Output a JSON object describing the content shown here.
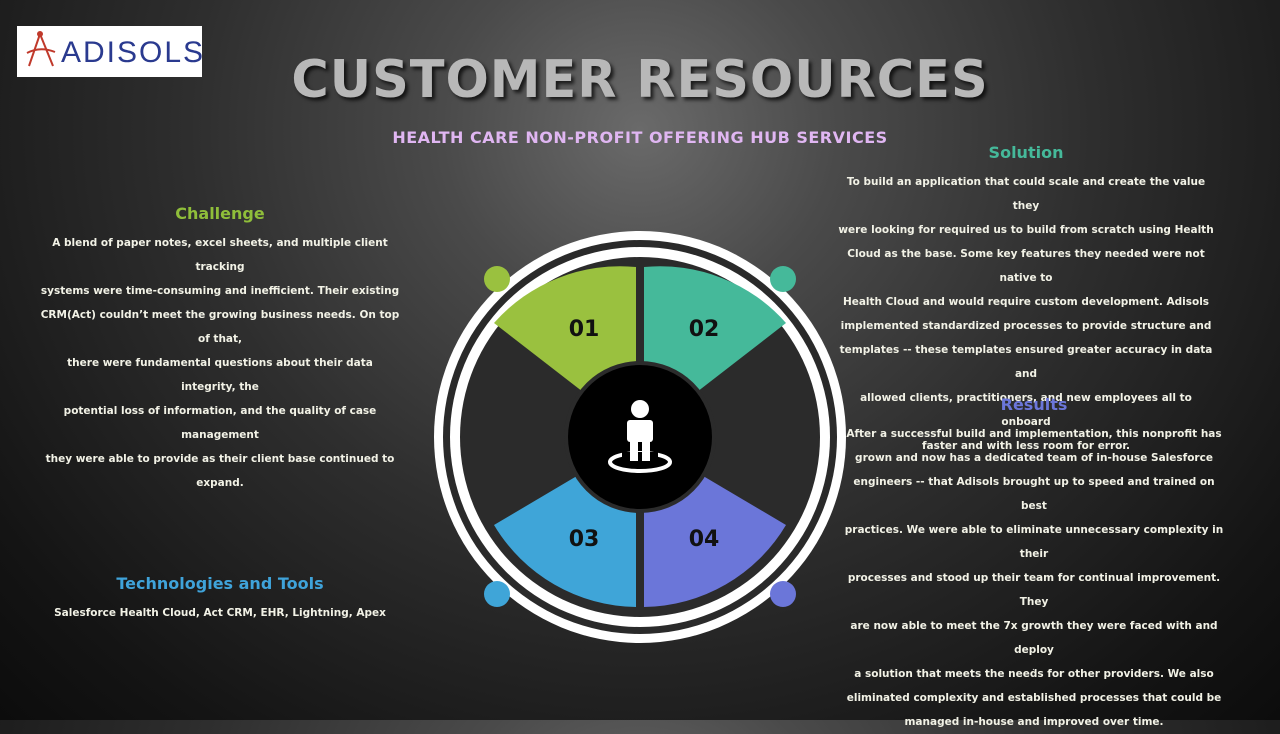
{
  "logo": {
    "text": "ADISOLS"
  },
  "header": {
    "title": "CUSTOMER RESOURCES",
    "subtitle": "HEALTH CARE NON-PROFIT OFFERING HUB SERVICES"
  },
  "challenge": {
    "heading": "Challenge",
    "color": "#8fbe3a",
    "lines": [
      "A blend of paper notes, excel sheets, and multiple client tracking",
      "systems were time-consuming and inefficient. Their existing",
      "CRM(Act) couldn’t meet the growing business needs. On top of that,",
      "there were fundamental questions about their data integrity, the",
      "potential loss of information, and the quality of case management",
      "they were able to provide as their client base continued to expand."
    ]
  },
  "solution": {
    "heading": "Solution",
    "color": "#45b99a",
    "lines": [
      "To build an application that could scale and create the value they",
      "were looking for required us to build from scratch using Health",
      "Cloud as the base. Some key features they needed were not native to",
      "Health Cloud and would require custom development. Adisols",
      "implemented standardized processes to provide structure and",
      "templates -- these templates ensured greater accuracy in data and",
      "allowed clients, practitioners, and new employees all to onboard",
      "faster and with less room for error."
    ]
  },
  "results": {
    "heading": "Results",
    "color": "#6b76d9",
    "lines": [
      "After a successful build and implementation, this nonprofit has",
      "grown and now has a dedicated team of in-house Salesforce",
      "engineers -- that Adisols brought up to speed and trained on best",
      "practices. We were able to eliminate unnecessary complexity in their",
      "processes and stood up their team for continual improvement. They",
      "are now able to meet the 7x growth they were faced with and deploy",
      "a solution that meets the needs for other providers. We also",
      "eliminated complexity and established processes that could be",
      "managed in-house and improved over time."
    ]
  },
  "tech": {
    "heading": "Technologies and Tools",
    "color": "#3fa3da",
    "body": "Salesforce Health Cloud, Act CRM, EHR, Lightning, Apex"
  },
  "wheel": {
    "segments": [
      {
        "label": "01",
        "color": "#9ac13f"
      },
      {
        "label": "02",
        "color": "#45b99a"
      },
      {
        "label": "03",
        "color": "#3fa5d8"
      },
      {
        "label": "04",
        "color": "#6b76d9"
      }
    ],
    "center_icon": "person-on-platform-icon"
  },
  "footer_mark": "."
}
